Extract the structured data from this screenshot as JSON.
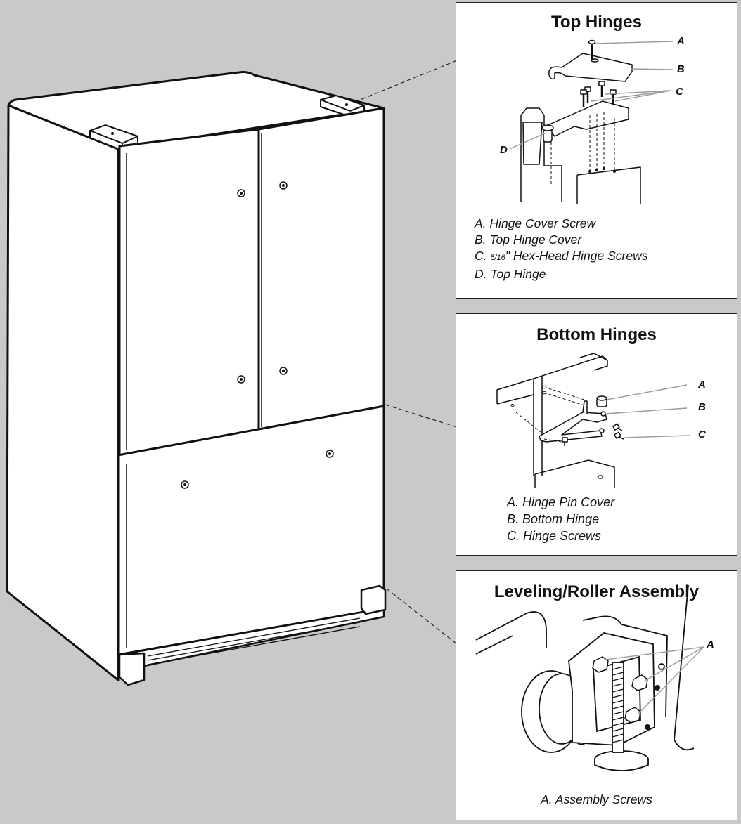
{
  "top_hinges": {
    "title": "Top Hinges",
    "callouts": [
      "A",
      "B",
      "C",
      "D"
    ],
    "legend": [
      {
        "letter": "A.",
        "text": "Hinge Cover Screw"
      },
      {
        "letter": "B.",
        "text": "Top Hinge Cover"
      },
      {
        "letter": "C.",
        "fraction": "5/16",
        "text": "\" Hex-Head Hinge Screws"
      },
      {
        "letter": "D.",
        "text": "Top Hinge"
      }
    ]
  },
  "bottom_hinges": {
    "title": "Bottom Hinges",
    "callouts": [
      "A",
      "B",
      "C"
    ],
    "legend": [
      {
        "letter": "A.",
        "text": "Hinge Pin Cover"
      },
      {
        "letter": "B.",
        "text": "Bottom Hinge"
      },
      {
        "letter": "C.",
        "text": "Hinge Screws"
      }
    ]
  },
  "leveling": {
    "title": "Leveling/Roller Assembly",
    "callouts": [
      "A"
    ],
    "legend": [
      {
        "letter": "A.",
        "text": "Assembly Screws"
      }
    ]
  },
  "colors": {
    "background": "#c9c9c9",
    "panel": "#ffffff",
    "line": "#111111",
    "leader": "#9a9a9a"
  }
}
